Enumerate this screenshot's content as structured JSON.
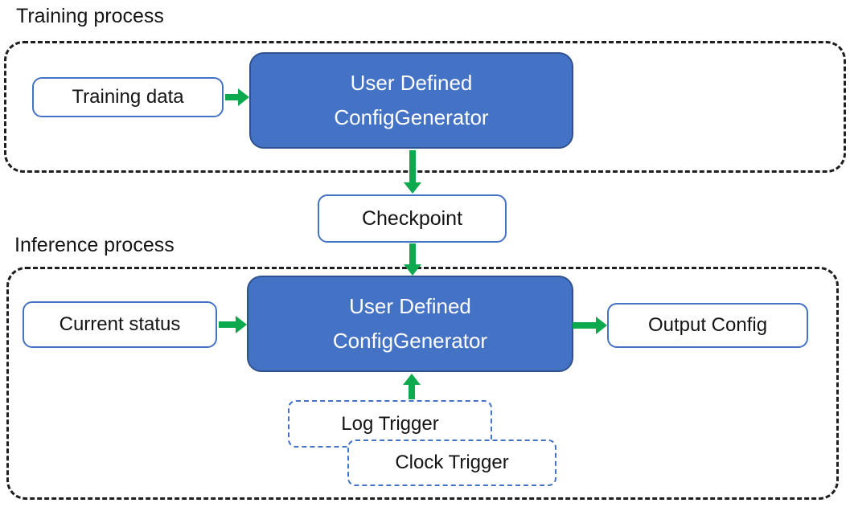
{
  "diagram": {
    "training": {
      "section_label": "Training process",
      "input_box_label": "Training data",
      "generator_label": "User Defined\nConfigGenerator"
    },
    "checkpoint_label": "Checkpoint",
    "inference": {
      "section_label": "Inference process",
      "input_box_label": "Current status",
      "generator_label": "User Defined\nConfigGenerator",
      "output_box_label": "Output Config",
      "log_trigger_label": "Log Trigger",
      "clock_trigger_label": "Clock Trigger"
    },
    "colors": {
      "generator_fill": "#4472C4",
      "generator_border": "#2F528F",
      "white_box_border": "#4472C4",
      "trigger_border_dashed": "#4472C4",
      "container_border_dashed": "#1F1F1F",
      "arrow_green": "#0CA94F",
      "generator_text": "#FFFFFF",
      "label_text": "#141414"
    }
  }
}
